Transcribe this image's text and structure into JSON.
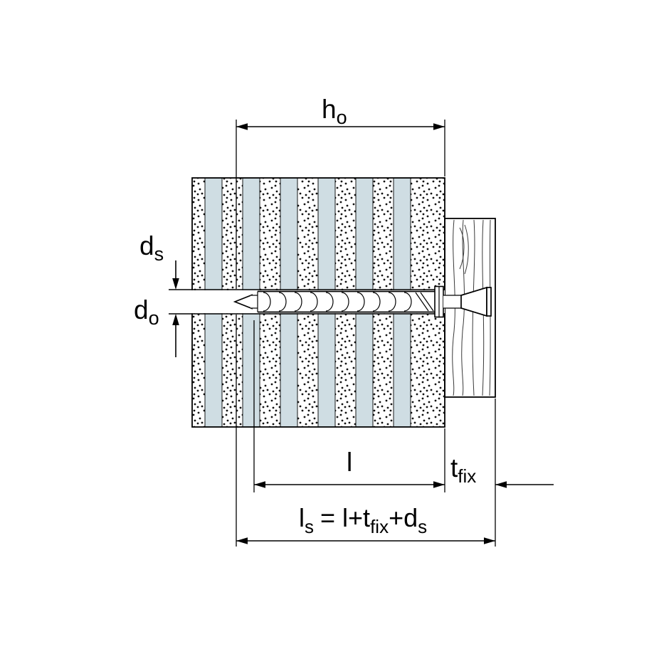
{
  "diagram": {
    "type": "technical-drawing",
    "subject": "anchor-plug-installation-cross-section",
    "labels": {
      "hole_depth": {
        "main": "h",
        "sub": "o"
      },
      "screw_diameter": {
        "main": "d",
        "sub": "s"
      },
      "drill_diameter": {
        "main": "d",
        "sub": "o"
      },
      "anchor_length": {
        "main": "l"
      },
      "fixture_thickness": {
        "main": "t",
        "sub": "fix"
      },
      "screw_length_formula": {
        "p1": "l",
        "p1sub": "s",
        "p2": "= l+t",
        "p2sub": "fix",
        "p3": "+d",
        "p3sub": "s"
      }
    },
    "colors": {
      "stripe_blue": "#cfdde3",
      "line_black": "#000000",
      "background": "#ffffff"
    }
  }
}
